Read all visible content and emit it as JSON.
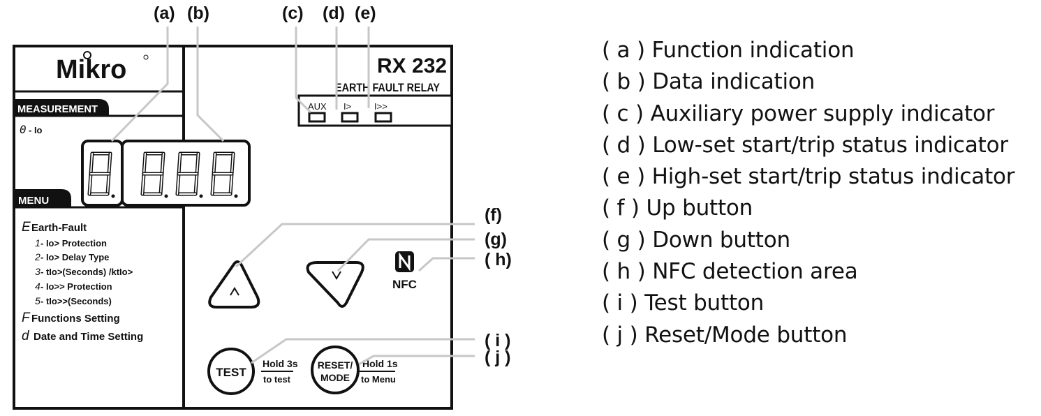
{
  "device": {
    "brand": "Mikro",
    "model": "RX 232",
    "subtitle": "EARTH FAULT RELAY",
    "measurement_header": "MEASUREMENT",
    "measurement_item": {
      "code": "0",
      "label": "- Io"
    },
    "menu_header": "MENU",
    "menu_items": [
      {
        "code": "E",
        "label": "Earth-Fault",
        "level": 0
      },
      {
        "code": "1",
        "label": "- Io> Protection",
        "level": 1
      },
      {
        "code": "2",
        "label": "- Io> Delay Type",
        "level": 1
      },
      {
        "code": "3",
        "label": "- tIo>(Seconds) /ktIo>",
        "level": 1
      },
      {
        "code": "4",
        "label": "- Io>> Protection",
        "level": 1
      },
      {
        "code": "5",
        "label": "- tIo>>(Seconds)",
        "level": 1
      },
      {
        "code": "F",
        "label": "Functions Setting",
        "level": 0
      },
      {
        "code": "d",
        "label": "Date and Time Setting",
        "level": 0
      }
    ],
    "indicators": [
      "AUX",
      "I>",
      "I>>"
    ],
    "nfc_label": "NFC",
    "test_button": "TEST",
    "test_hint": {
      "top": "Hold 3s",
      "bottom": "to test"
    },
    "reset_button": {
      "line1": "RESET/",
      "line2": "MODE"
    },
    "reset_hint": {
      "top": "Hold 1s",
      "bottom": "to Menu"
    }
  },
  "callouts": {
    "a": "(a)",
    "b": "(b)",
    "c": "(c)",
    "d": "(d)",
    "e": "(e)",
    "f": "(f)",
    "g": "(g)",
    "h": "( h)",
    "i": "( i )",
    "j": "( j )"
  },
  "legend": [
    "( a ) Function indication",
    "( b ) Data indication",
    "( c ) Auxiliary power supply indicator",
    "( d ) Low-set start/trip status indicator",
    "( e ) High-set start/trip status indicator",
    "( f ) Up button",
    "( g ) Down button",
    "( h ) NFC detection area",
    "( i ) Test button",
    "( j ) Reset/Mode button"
  ]
}
